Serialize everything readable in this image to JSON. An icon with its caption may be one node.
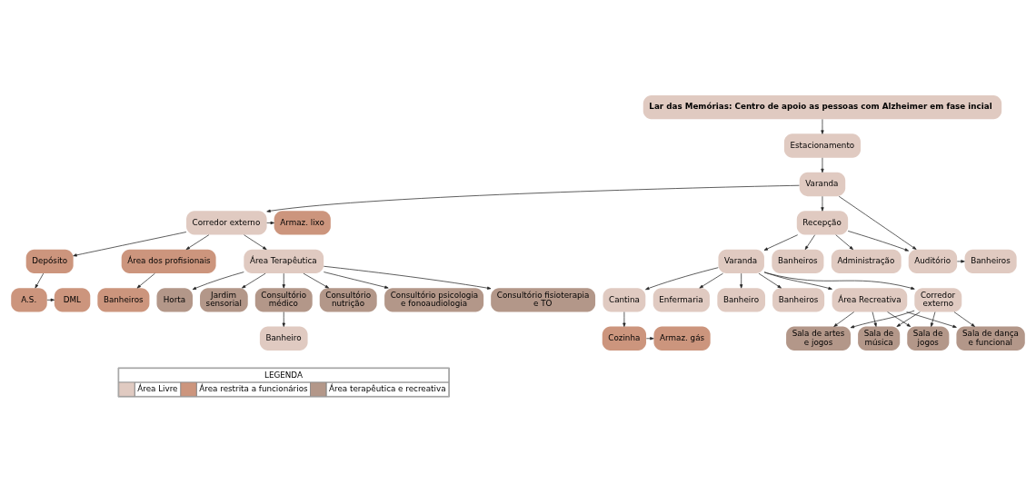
{
  "diagram": {
    "nodes": [
      {
        "text": [
          "Lar das Memórias: Centro de apoio as pessoas com Alzheimer em fase incial"
        ]
      },
      {
        "text": [
          "Estacionamento"
        ]
      },
      {
        "text": [
          "Varanda"
        ]
      },
      {
        "text": [
          "Armaz. lixo"
        ]
      },
      {
        "text": [
          "Corredor externo"
        ]
      },
      {
        "text": [
          "Recepção"
        ]
      },
      {
        "text": [
          "Varanda"
        ]
      },
      {
        "text": [
          "Banheiros"
        ]
      },
      {
        "text": [
          "Administração"
        ]
      },
      {
        "text": [
          "Auditório"
        ]
      },
      {
        "text": [
          "Banheiros"
        ]
      },
      {
        "text": [
          "Banheiros"
        ]
      },
      {
        "text": [
          "Depósito"
        ]
      },
      {
        "text": [
          "Área dos profisionais"
        ]
      },
      {
        "text": [
          "Área Terapêutica"
        ]
      },
      {
        "text": [
          "Corredor externo"
        ]
      },
      {
        "text": [
          "Área Recreativa"
        ]
      },
      {
        "text": [
          "Cantina"
        ]
      },
      {
        "text": [
          "Enfermaria"
        ]
      },
      {
        "text": [
          "Banheiro"
        ]
      },
      {
        "text": [
          "DML"
        ]
      },
      {
        "text": [
          "A.S."
        ]
      },
      {
        "text": [
          "Banheiros"
        ]
      },
      {
        "text": [
          "Cozinha"
        ]
      },
      {
        "text": [
          "Armaz. gás"
        ]
      },
      {
        "text": [
          "Horta"
        ]
      },
      {
        "text": [
          "Jardim sensorial"
        ]
      },
      {
        "text": [
          "Consultório médico"
        ]
      },
      {
        "text": [
          "Consultório nutrição"
        ]
      },
      {
        "text": [
          "Consultório psicologia e fonoaudiologia"
        ]
      },
      {
        "text": [
          "Consultório fisioterapia e TO"
        ]
      },
      {
        "text": [
          "Sala de dança e funcional"
        ]
      },
      {
        "text": [
          "Sala de artes e jogos"
        ]
      },
      {
        "text": [
          "Sala de música"
        ]
      },
      {
        "text": [
          "Sala de jogos"
        ]
      },
      {
        "text": [
          "Banheiro"
        ]
      }
    ],
    "edges": [
      {
        "from": 0,
        "to": 1,
        "arrow": "to"
      },
      {
        "from": 1,
        "to": 2,
        "arrow": "to"
      },
      {
        "from": 2,
        "to": 4,
        "arrow": "to"
      },
      {
        "from": 2,
        "to": 5,
        "arrow": "to"
      },
      {
        "from": 2,
        "to": 9,
        "arrow": "to"
      },
      {
        "from": 4,
        "to": 3,
        "arrow": "to"
      },
      {
        "from": 5,
        "to": 6,
        "arrow": "to"
      },
      {
        "from": 5,
        "to": 7,
        "arrow": "to"
      },
      {
        "from": 5,
        "to": 8,
        "arrow": "to"
      },
      {
        "from": 5,
        "to": 9,
        "arrow": "to"
      },
      {
        "from": 9,
        "to": 10,
        "arrow": "to"
      },
      {
        "from": 4,
        "to": 12,
        "arrow": "to"
      },
      {
        "from": 4,
        "to": 13,
        "arrow": "to"
      },
      {
        "from": 4,
        "to": 14,
        "arrow": "to"
      },
      {
        "from": 6,
        "to": 11,
        "arrow": "to"
      },
      {
        "from": 6,
        "to": 15,
        "arrow": "to"
      },
      {
        "from": 6,
        "to": 16,
        "arrow": "to"
      },
      {
        "from": 6,
        "to": 17,
        "arrow": "to"
      },
      {
        "from": 6,
        "to": 18,
        "arrow": "to"
      },
      {
        "from": 6,
        "to": 19,
        "arrow": "to"
      },
      {
        "from": 12,
        "to": 21,
        "arrow": "to"
      },
      {
        "from": 21,
        "to": 20,
        "arrow": "to"
      },
      {
        "from": 13,
        "to": 22,
        "arrow": "to"
      },
      {
        "from": 17,
        "to": 23,
        "arrow": "to"
      },
      {
        "from": 23,
        "to": 24,
        "arrow": "to"
      },
      {
        "from": 14,
        "to": 25,
        "arrow": "to"
      },
      {
        "from": 14,
        "to": 26,
        "arrow": "to"
      },
      {
        "from": 14,
        "to": 27,
        "arrow": "to"
      },
      {
        "from": 14,
        "to": 28,
        "arrow": "to"
      },
      {
        "from": 14,
        "to": 29,
        "arrow": "to"
      },
      {
        "from": 14,
        "to": 30,
        "arrow": "to"
      },
      {
        "from": 27,
        "to": 35,
        "arrow": "to"
      },
      {
        "from": 16,
        "to": 31,
        "arrow": "to"
      },
      {
        "from": 16,
        "to": 32,
        "arrow": "to"
      },
      {
        "from": 16,
        "to": 33,
        "arrow": "to"
      },
      {
        "from": 16,
        "to": 34,
        "arrow": "to"
      },
      {
        "from": 15,
        "to": 31,
        "arrow": "to"
      },
      {
        "from": 15,
        "to": 32,
        "arrow": "to"
      },
      {
        "from": 15,
        "to": 33,
        "arrow": "to"
      },
      {
        "from": 15,
        "to": 34,
        "arrow": "to"
      }
    ],
    "labels": [
      "LEGENDA"
    ],
    "legend": [
      {
        "text": "Área Livre",
        "color": "#e0cac1"
      },
      {
        "text": "Área restrita a funcionários",
        "color": "#cc957d"
      },
      {
        "text": "Área terapêutica e recreativa",
        "color": "#b39789"
      }
    ]
  }
}
